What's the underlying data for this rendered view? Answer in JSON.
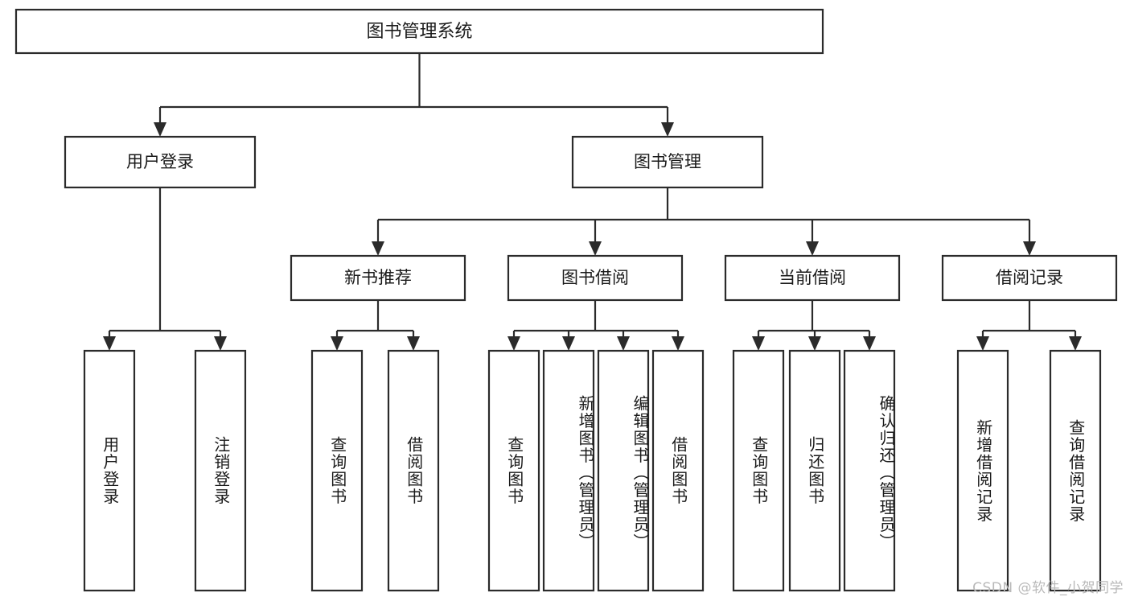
{
  "diagram": {
    "type": "tree-hierarchy",
    "title": "图书管理系统",
    "orientation": "top-down",
    "colors": {
      "stroke": "#2b2b2b",
      "fill": "#ffffff",
      "text": "#1a1a1a",
      "background": "#ffffff",
      "watermark": "#b9b9b9"
    },
    "levels": [
      {
        "level": 1,
        "nodes": [
          {
            "id": "root",
            "label": "图书管理系统",
            "orientation": "horizontal"
          }
        ]
      },
      {
        "level": 2,
        "nodes": [
          {
            "id": "login",
            "label": "用户登录",
            "orientation": "horizontal",
            "parent": "root"
          },
          {
            "id": "bookmgmt",
            "label": "图书管理",
            "orientation": "horizontal",
            "parent": "root"
          }
        ]
      },
      {
        "level": 3,
        "nodes": [
          {
            "id": "newrec",
            "label": "新书推荐",
            "orientation": "horizontal",
            "parent": "bookmgmt"
          },
          {
            "id": "borrow",
            "label": "图书借阅",
            "orientation": "horizontal",
            "parent": "bookmgmt"
          },
          {
            "id": "current",
            "label": "当前借阅",
            "orientation": "horizontal",
            "parent": "bookmgmt"
          },
          {
            "id": "records",
            "label": "借阅记录",
            "orientation": "horizontal",
            "parent": "bookmgmt"
          }
        ]
      },
      {
        "level": 4,
        "nodes": [
          {
            "id": "leaf-user-login",
            "label": "用户登录",
            "orientation": "vertical",
            "parent": "login"
          },
          {
            "id": "leaf-user-logout",
            "label": "注销登录",
            "orientation": "vertical",
            "parent": "login"
          },
          {
            "id": "leaf-query-book-1",
            "label": "查询图书",
            "orientation": "vertical",
            "parent": "newrec"
          },
          {
            "id": "leaf-borrow-book-1",
            "label": "借阅图书",
            "orientation": "vertical",
            "parent": "newrec"
          },
          {
            "id": "leaf-query-book-2",
            "label": "查询图书",
            "orientation": "vertical",
            "parent": "borrow"
          },
          {
            "id": "leaf-add-book",
            "label": "新增图书（管理员）",
            "orientation": "vertical",
            "parent": "borrow"
          },
          {
            "id": "leaf-edit-book",
            "label": "编辑图书（管理员）",
            "orientation": "vertical",
            "parent": "borrow"
          },
          {
            "id": "leaf-borrow-book-2",
            "label": "借阅图书",
            "orientation": "vertical",
            "parent": "borrow"
          },
          {
            "id": "leaf-query-book-3",
            "label": "查询图书",
            "orientation": "vertical",
            "parent": "current"
          },
          {
            "id": "leaf-return-book",
            "label": "归还图书",
            "orientation": "vertical",
            "parent": "current"
          },
          {
            "id": "leaf-confirm-return",
            "label": "确认归还（管理员）",
            "orientation": "vertical",
            "parent": "current"
          },
          {
            "id": "leaf-add-record",
            "label": "新增借阅记录",
            "orientation": "vertical",
            "parent": "records"
          },
          {
            "id": "leaf-query-record",
            "label": "查询借阅记录",
            "orientation": "vertical",
            "parent": "records"
          }
        ]
      }
    ]
  },
  "watermark": {
    "text": "CSDN @软件_小贺同学"
  }
}
